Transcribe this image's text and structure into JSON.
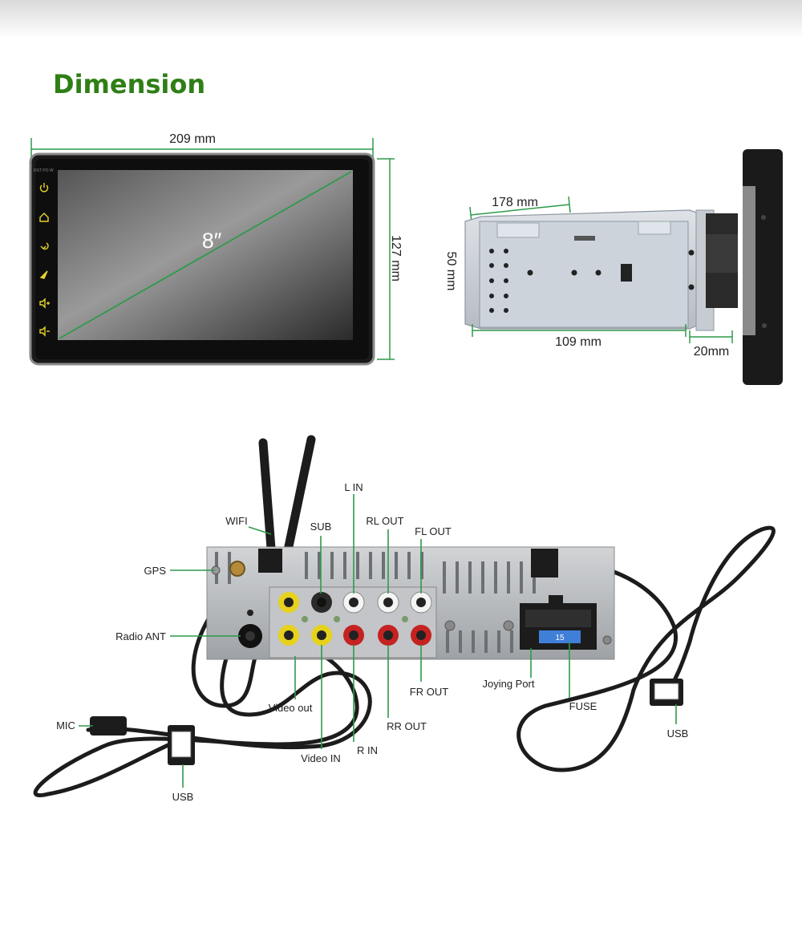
{
  "title": "Dimension",
  "front": {
    "width_label": "209 mm",
    "height_label": "127 mm",
    "diagonal_label": "8″",
    "button_icons": [
      "power-icon",
      "home-icon",
      "back-icon",
      "navigation-icon",
      "volume-up-icon",
      "volume-down-icon"
    ]
  },
  "side": {
    "depth_label": "178 mm",
    "height_label": "50 mm",
    "body_label": "109 mm",
    "panel_label": "20mm"
  },
  "rear": {
    "labels": {
      "gps": "GPS",
      "wifi": "WIFI",
      "radio_ant": "Radio ANT",
      "mic": "MIC",
      "usb_left": "USB",
      "sub": "SUB",
      "l_in": "L IN",
      "rl_out": "RL OUT",
      "fl_out": "FL OUT",
      "fr_out": "FR OUT",
      "rr_out": "RR OUT",
      "r_in": "R IN",
      "video_out": "Video out",
      "video_in": "Video IN",
      "joying_port": "Joying Port",
      "fuse": "FUSE",
      "usb_right": "USB"
    }
  },
  "colors": {
    "title": "#2f7f16",
    "dimension_line": "#2e9a4a",
    "screen_buttons": "#e6d22a"
  }
}
